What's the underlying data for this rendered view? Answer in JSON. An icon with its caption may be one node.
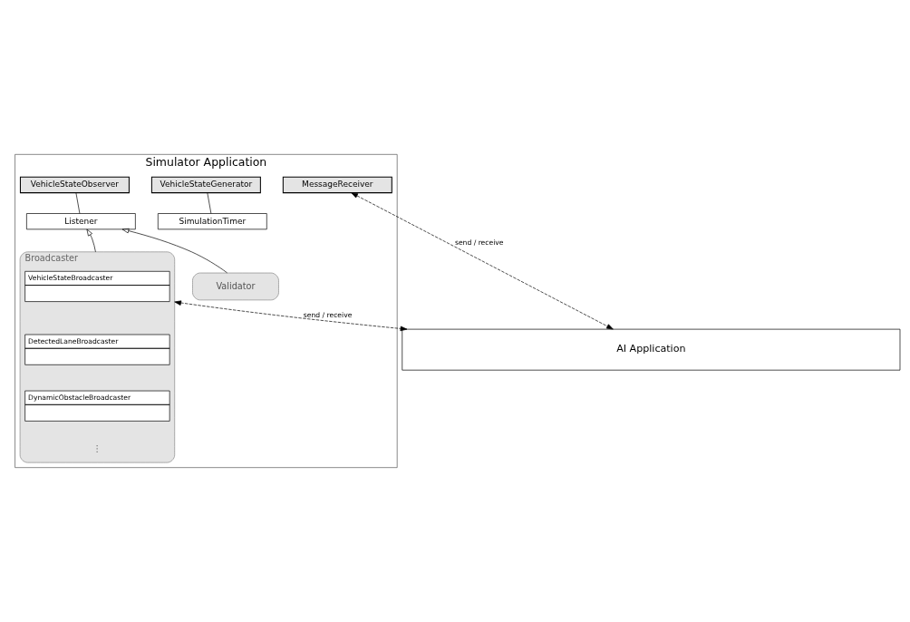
{
  "diagram": {
    "nodes": [
      {
        "text": [
          "Simulator Application"
        ]
      },
      {
        "text": [
          "MessageReceiver"
        ],
        "in": 0
      },
      {
        "text": [
          "VehicleStateGenerator"
        ],
        "in": 0
      },
      {
        "text": [
          "SimulationTimer"
        ],
        "in": 0
      },
      {
        "text": [
          "VehicleStateObserver"
        ],
        "in": 0
      },
      {
        "text": [
          "Listener"
        ],
        "in": 0
      },
      {
        "text": [
          "Broadcaster"
        ],
        "in": 0
      },
      {
        "text": [
          "VehicleStateBroadcaster"
        ],
        "in": 6
      },
      {
        "text": [
          "DetectedLaneBroadcaster"
        ],
        "in": 6
      },
      {
        "text": [
          "DynamicObstacleBroadcaster"
        ],
        "in": 6
      },
      {
        "text": [
          "Validator"
        ],
        "in": 0
      },
      {
        "text": [
          "AI Application"
        ]
      }
    ],
    "edges": [
      {
        "from": 1,
        "to": 11,
        "arrow": "both",
        "style": "dashed",
        "label": "send / receive"
      },
      {
        "from": 2,
        "to": 3,
        "arrow": "none"
      },
      {
        "from": 4,
        "to": 5,
        "arrow": "none"
      },
      {
        "from": 6,
        "to": 5,
        "arrow": "to"
      },
      {
        "from": 10,
        "to": 5,
        "arrow": "to"
      },
      {
        "from": 6,
        "to": 11,
        "arrow": "both",
        "style": "dashed",
        "label": "send / receive"
      }
    ],
    "labels": [
      "⋮"
    ]
  }
}
